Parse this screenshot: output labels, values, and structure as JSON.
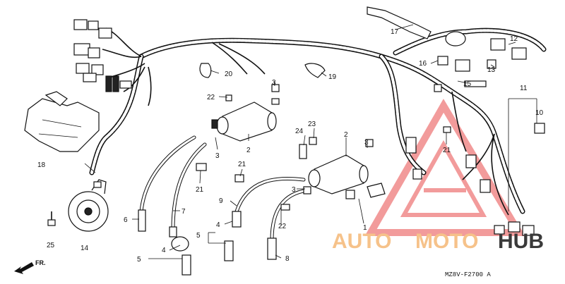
{
  "diagram": {
    "callouts": {
      "c1": "1",
      "c2a": "2",
      "c2b": "2",
      "c3a": "3",
      "c3b": "3",
      "c3c": "3",
      "c3d": "3",
      "c4a": "4",
      "c4b": "4",
      "c5a": "5",
      "c5b": "5",
      "c6": "6",
      "c7": "7",
      "c8": "8",
      "c9": "9",
      "c10": "10",
      "c11": "11",
      "c12": "12",
      "c13": "13",
      "c14": "14",
      "c15": "15",
      "c16": "16",
      "c17": "17",
      "c18": "18",
      "c19": "19",
      "c20": "20",
      "c21a": "21",
      "c21b": "21",
      "c21c": "21",
      "c22a": "22",
      "c22b": "22",
      "c23": "23",
      "c24": "24",
      "c25": "25"
    },
    "direction_label": "FR.",
    "diagram_code": "MZ8V-F2700 A"
  },
  "watermark": {
    "part1": "AUTO",
    "part2": "MOTO",
    "part3": "HUB",
    "color_primary": "#f08a3a",
    "color_secondary": "#3a3a3a",
    "triangle_color": "#e84b4b"
  }
}
